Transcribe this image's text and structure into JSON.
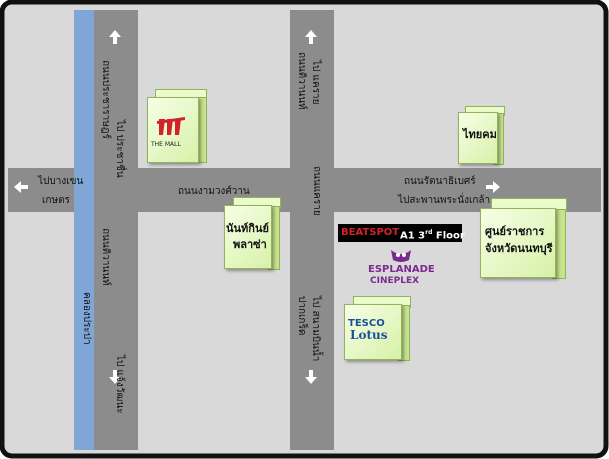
{
  "roads": {
    "north_south_road_left": {
      "north_label": "ไป ประชาชื่น",
      "north_label_b": "ถนนประชาราษฎร์",
      "south_label": "ไป แจ้งวัฒนะ",
      "road_name": "ถนนติวานนท์"
    },
    "north_south_road_right": {
      "north_label": "ไป แคราย",
      "north_label_b": "ถนนติวานนท์",
      "south_label": "ไป สนามบินน้ำ",
      "south_label_b": "ปากเกร็ด",
      "road_name": "ถนนแคราย"
    },
    "east_west_road": {
      "west_label_1": "ไปบางเขน",
      "west_label_2": "เกษตร",
      "middle_label": "ถนนงามวงศ์วาน",
      "east_label_1": "ถนนรัตนาธิเบศร์",
      "east_label_2": "ไปสะพานพระนั่งเกล้า"
    },
    "canal_label": "คลองประปา"
  },
  "landmarks": {
    "the_mall": {
      "logo_text": "THE MALL"
    },
    "thaiyakom": {
      "label": "ไทยคม"
    },
    "nonthaburi_plaza": {
      "label_1": "นันท์กินย์",
      "label_2": "พลาซ่า"
    },
    "government_center": {
      "label_1": "ศูนย์ราชการ",
      "label_2": "จังหวัดนนทบุรี"
    },
    "beatspot": {
      "logo": "BEATSPOT",
      "floor": "A1 3",
      "floor_sup": "rd",
      "floor_suffix": "Floor"
    },
    "esplanade": {
      "line1": "ESPLANADE",
      "line2": "CINEPLEX"
    },
    "tesco": {
      "line1": "TESCO",
      "line2": "Lotus"
    }
  },
  "colors": {
    "road": "#8c8c8c",
    "canal": "#7fa6d6",
    "block": "#d9d9d9",
    "border": "#111111",
    "cube_front": "#d7f1a9",
    "mall_red": "#d2232a",
    "esplanade_purple": "#7b2a8f",
    "tesco_blue": "#1b4f9c",
    "beatspot_red": "#d2232a"
  },
  "icons": [
    "arrow-up-icon",
    "arrow-down-icon",
    "arrow-left-icon",
    "arrow-right-icon"
  ]
}
